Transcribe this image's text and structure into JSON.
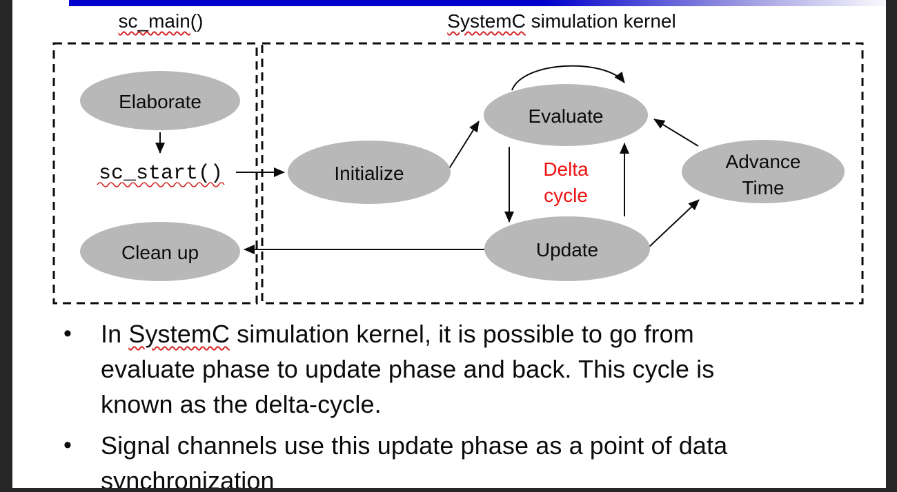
{
  "header": {
    "left": {
      "word": "sc_main",
      "suffix": "()"
    },
    "right": {
      "word": "SystemC",
      "rest": " simulation kernel"
    }
  },
  "diagram": {
    "elaborate": "Elaborate",
    "sc_start": "sc_start()",
    "clean_up": "Clean up",
    "initialize": "Initialize",
    "evaluate": "Evaluate",
    "update": "Update",
    "advance_line1": "Advance",
    "advance_line2": "Time",
    "delta_line1": "Delta",
    "delta_line2": "cycle"
  },
  "bullets": {
    "marker": "•",
    "item1": {
      "line1": {
        "before": "In ",
        "word": "SystemC",
        "after": " simulation kernel, it is possible to go from"
      },
      "line2": "evaluate phase to update phase and back. This cycle is",
      "line3": "known as the delta-cycle."
    },
    "item2": {
      "line1": "Signal channels use this update phase as a point of data",
      "line2": "synchronization"
    }
  },
  "colors": {
    "topbar_blue": "#0000cc",
    "ellipse_gray": "#b8b8b8",
    "delta_red": "#ee1111",
    "squiggle_red": "#d42222",
    "frame_black": "#262626",
    "text_black": "#0b0b0b"
  }
}
